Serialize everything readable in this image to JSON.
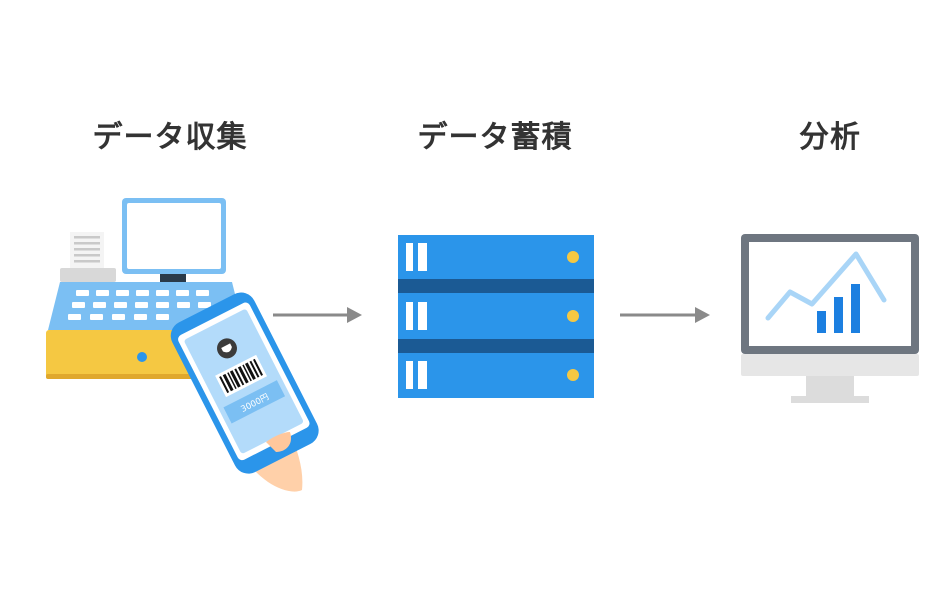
{
  "stages": [
    {
      "title": "データ収集",
      "illustration": "pos-register-icon"
    },
    {
      "title": "データ蓄積",
      "illustration": "server-rack-icon"
    },
    {
      "title": "分析",
      "illustration": "analytics-monitor-icon"
    }
  ],
  "phone": {
    "amount_text": "3000円"
  },
  "colors": {
    "title_text": "#333333",
    "primary_blue": "#2b95ea",
    "light_blue": "#7bbff3",
    "pale_blue": "#b3dbfa",
    "dark_blue": "#1b5a94",
    "accent_yellow": "#f5c842",
    "arrow_gray": "#8a8a8a",
    "monitor_frame": "#6e7680"
  }
}
